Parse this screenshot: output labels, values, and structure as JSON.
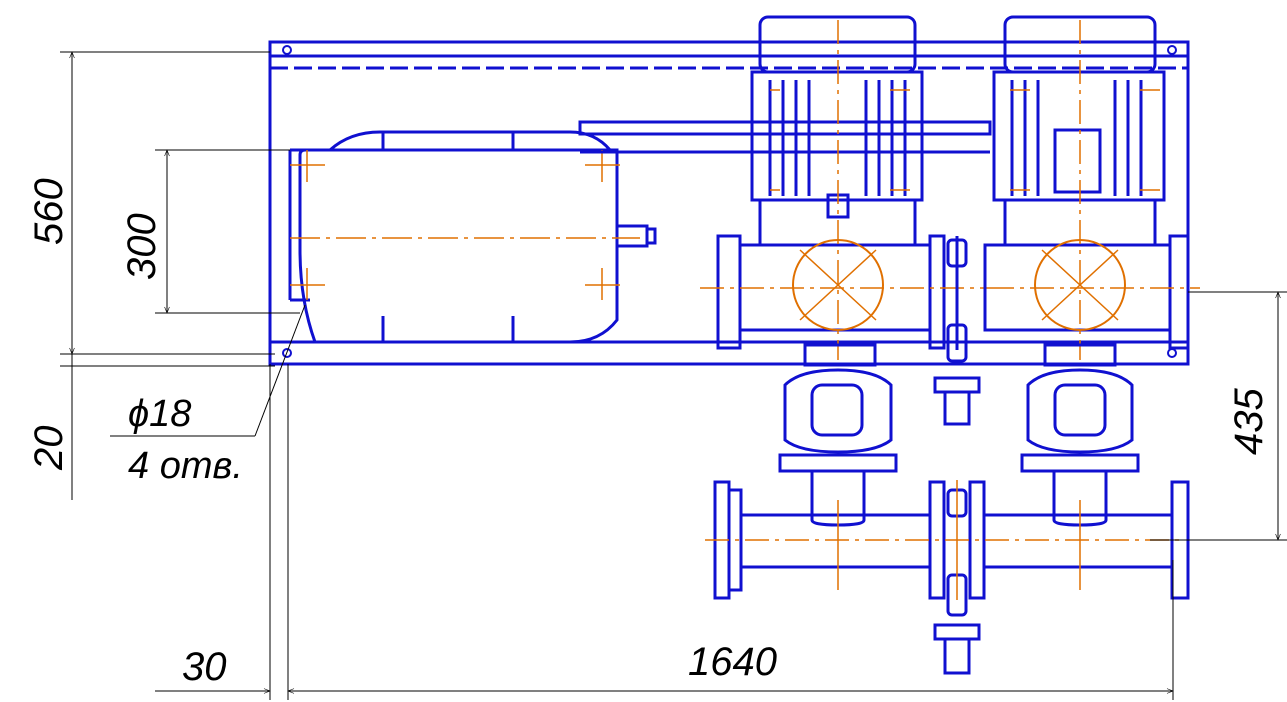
{
  "dimensions": {
    "height_total": "560",
    "tank_height": "300",
    "base_thickness": "20",
    "hole_diameter": "ϕ18",
    "hole_count": "4 отв.",
    "pipe_axis_height": "435",
    "edge_offset": "30",
    "overall_width": "1640"
  },
  "colors": {
    "outline": "#1010d0",
    "axis": "#e07000",
    "dimension": "#000000",
    "background": "#ffffff"
  }
}
